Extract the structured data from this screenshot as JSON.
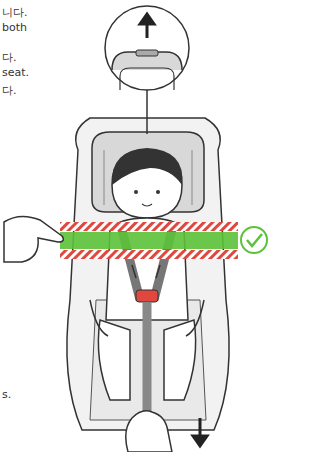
{
  "diagram": {
    "labels": [
      "니다.",
      "both",
      "다.",
      "seat.",
      "다.",
      "s."
    ]
  }
}
